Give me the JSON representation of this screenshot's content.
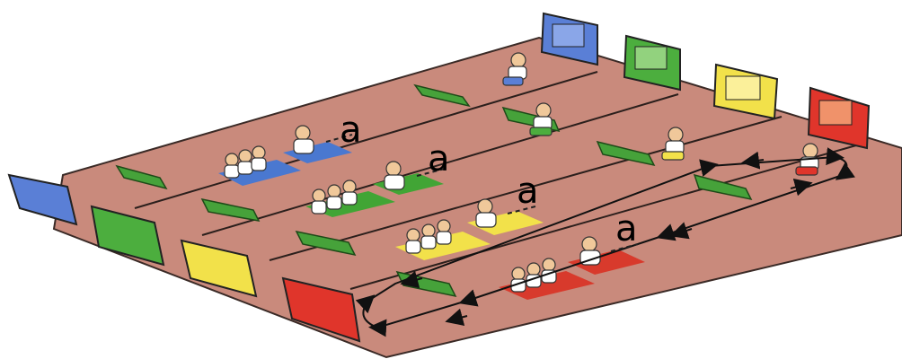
{
  "scene": {
    "background": "#ffffff",
    "track_color": "#c98a7c",
    "track_edge": "#3a2a26",
    "lane_colors": [
      "#5a7fd6",
      "#4cae3e",
      "#f2e14a",
      "#e0352b"
    ],
    "obstacle_color": "#46a23a",
    "route_color": "#111111",
    "lanes": [
      {
        "color_name": "blue",
        "marker": "a"
      },
      {
        "color_name": "green",
        "marker": "a"
      },
      {
        "color_name": "yellow",
        "marker": "a"
      },
      {
        "color_name": "red",
        "marker": "a"
      }
    ]
  }
}
